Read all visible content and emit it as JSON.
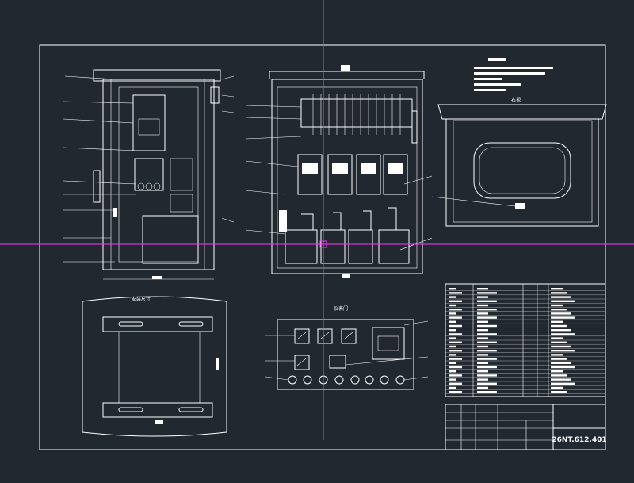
{
  "drawing": {
    "drawing_number": "26NT.612.401",
    "views": {
      "mounting_view_title": "安装尺寸",
      "door_view_title": "仪表门",
      "right_view_title": "右视"
    }
  },
  "colors": {
    "background": "#212830",
    "lines": "#ffffff",
    "crosshair": "#ff33ff"
  }
}
